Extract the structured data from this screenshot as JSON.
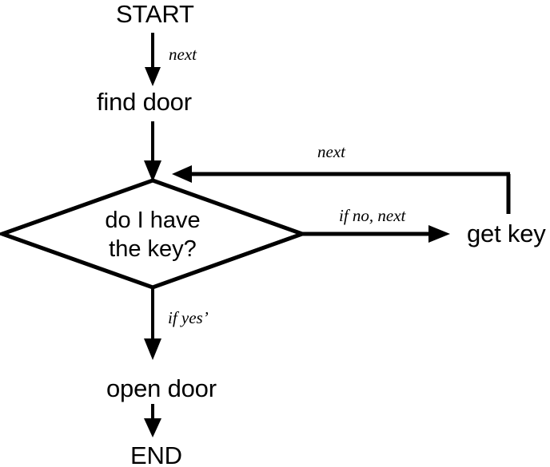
{
  "diagram": {
    "type": "flowchart",
    "title": "",
    "background_color": "#ffffff",
    "stroke_color": "#000000",
    "nodes": [
      {
        "id": "start",
        "label": "START",
        "shape": "text"
      },
      {
        "id": "find_door",
        "label": "find door",
        "shape": "text"
      },
      {
        "id": "decision",
        "label_line1": "do I have",
        "label_line2": "the key?",
        "shape": "diamond"
      },
      {
        "id": "get_key",
        "label": "get key",
        "shape": "text"
      },
      {
        "id": "open_door",
        "label": "open door",
        "shape": "text"
      },
      {
        "id": "end",
        "label": "END",
        "shape": "text"
      }
    ],
    "edges": [
      {
        "id": "e1",
        "from": "start",
        "to": "find_door",
        "label": "next",
        "direction": "down"
      },
      {
        "id": "e2",
        "from": "find_door",
        "to": "decision",
        "label": "",
        "direction": "down"
      },
      {
        "id": "e3",
        "from": "decision",
        "to": "get_key",
        "label": "if no, next",
        "direction": "right"
      },
      {
        "id": "e4",
        "from": "get_key",
        "to": "decision",
        "label": "next",
        "direction": "up-left"
      },
      {
        "id": "e5",
        "from": "decision",
        "to": "open_door",
        "label": "if yes’",
        "direction": "down"
      },
      {
        "id": "e6",
        "from": "open_door",
        "to": "end",
        "label": "",
        "direction": "down"
      }
    ]
  }
}
